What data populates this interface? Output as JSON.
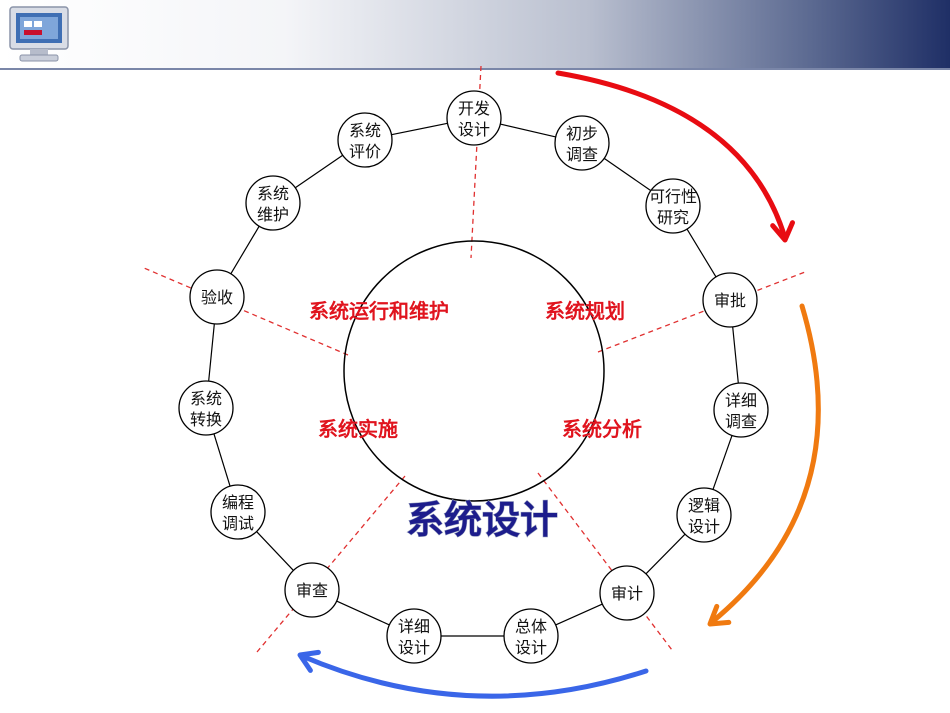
{
  "header": {
    "logo_icon": "computer-monitor-icon"
  },
  "diagram": {
    "title": "系统设计",
    "phases": [
      {
        "id": "planning",
        "label": "系统规划"
      },
      {
        "id": "analysis",
        "label": "系统分析"
      },
      {
        "id": "implementation",
        "label": "系统实施"
      },
      {
        "id": "operation",
        "label": "系统运行和维护"
      }
    ],
    "nodes": [
      {
        "id": "dev-design",
        "lines": [
          "开发",
          "设计"
        ]
      },
      {
        "id": "initial-survey",
        "lines": [
          "初步",
          "调查"
        ]
      },
      {
        "id": "feasibility",
        "lines": [
          "可行性",
          "研究"
        ]
      },
      {
        "id": "approval-1",
        "lines": [
          "审批"
        ]
      },
      {
        "id": "detail-survey",
        "lines": [
          "详细",
          "调查"
        ]
      },
      {
        "id": "logic-design",
        "lines": [
          "逻辑",
          "设计"
        ]
      },
      {
        "id": "audit",
        "lines": [
          "审计"
        ]
      },
      {
        "id": "overall-design",
        "lines": [
          "总体",
          "设计"
        ]
      },
      {
        "id": "detail-design",
        "lines": [
          "详细",
          "设计"
        ]
      },
      {
        "id": "review",
        "lines": [
          "审查"
        ]
      },
      {
        "id": "coding-debug",
        "lines": [
          "编程",
          "调试"
        ]
      },
      {
        "id": "system-switch",
        "lines": [
          "系统",
          "转换"
        ]
      },
      {
        "id": "acceptance",
        "lines": [
          "验收"
        ]
      },
      {
        "id": "maintenance",
        "lines": [
          "系统",
          "维护"
        ]
      },
      {
        "id": "evaluation",
        "lines": [
          "系统",
          "评价"
        ]
      }
    ],
    "colors": {
      "phase_text": "#e0141e",
      "title_text": "#1d1d8c",
      "arrow_top": "#e80c12",
      "arrow_right": "#f07a10",
      "arrow_bottom": "#3a66e8",
      "divider": "#e03030"
    }
  }
}
